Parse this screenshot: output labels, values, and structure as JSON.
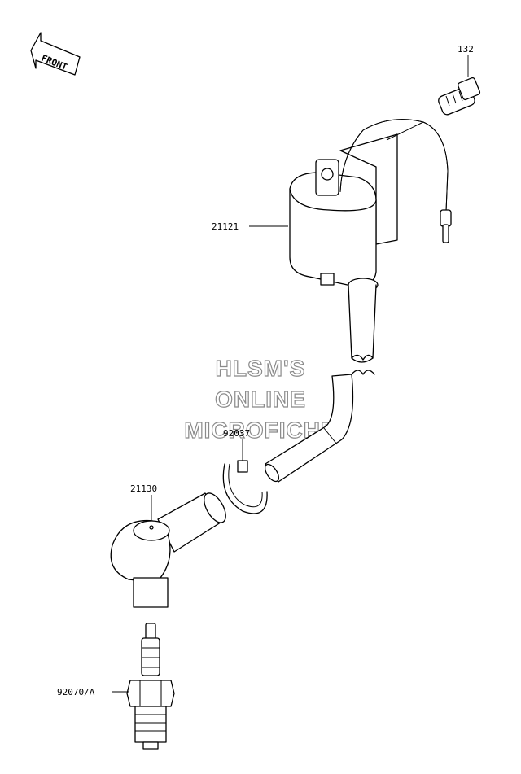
{
  "compass": {
    "label": "FRONT"
  },
  "watermark": {
    "lines": [
      "HLSM'S",
      "ONLINE",
      "MICROFICHE"
    ]
  },
  "parts": [
    {
      "id": "bolt",
      "label": "132"
    },
    {
      "id": "ignition-coil",
      "label": "21121"
    },
    {
      "id": "clamp",
      "label": "92037"
    },
    {
      "id": "plug-cap",
      "label": "21130"
    },
    {
      "id": "spark-plug",
      "label": "92070/A"
    }
  ]
}
